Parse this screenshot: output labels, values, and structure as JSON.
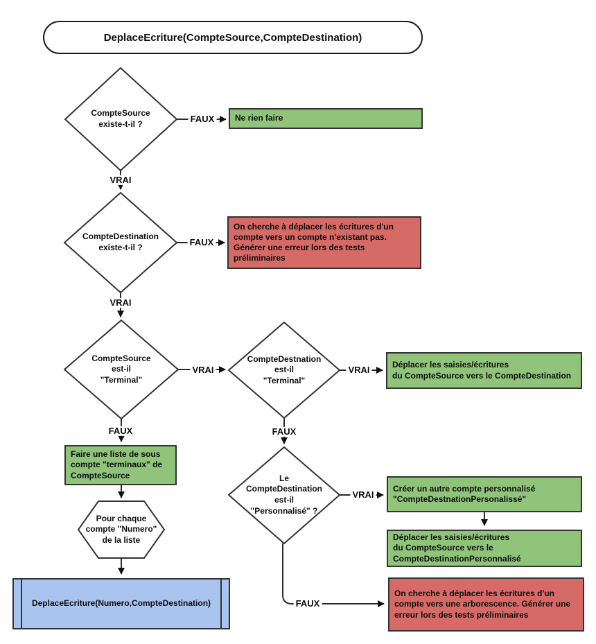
{
  "colors": {
    "green": "#8FC47A",
    "red": "#D66A66",
    "blue": "#A9C4EE",
    "line": "#2B2B2B",
    "border": "#333333"
  },
  "start": {
    "label": "DeplaceEcriture(CompteSource,CompteDestination)"
  },
  "decisions": {
    "source_existe": {
      "label": "CompteSource\nexiste-t-il ?"
    },
    "destination_existe": {
      "label": "CompteDestination\nexiste-t-il ?"
    },
    "source_terminal": {
      "label": "CompteSource\nest-il\n\"Terminal\""
    },
    "destination_terminal": {
      "label": "CompteDestnation\nest-il\n\"Terminal\""
    },
    "destination_personnalise": {
      "label": "Le\nCompteDestination\nest-il\n\"Personnalisé\" ?"
    }
  },
  "processes": {
    "ne_rien_faire": {
      "label": "Ne rien faire"
    },
    "erreur_compte_inexistant": {
      "label": "On cherche à déplacer les écritures d'un\ncompte vers un compte n'existant pas.\nGénérer une erreur lors des tests\npréliminaires"
    },
    "deplacer_vers_destination": {
      "label": "Déplacer les saisies/écritures\ndu CompteSource vers le CompteDestination"
    },
    "liste_sous_comptes": {
      "label": "Faire une liste de sous\ncompte \"terminaux\" de\nCompteSource"
    },
    "creer_compte_personnalise": {
      "label": "Créer un autre compte personnalisé\n\"CompteDestnationPersonalissé\""
    },
    "deplacer_vers_personnalise": {
      "label": "Déplacer les saisies/écritures\ndu CompteSource vers le\nCompteDestinationPersonnalisé"
    },
    "erreur_arborescence": {
      "label": "On cherche à déplacer les écritures d'un\ncompte vers une arborescence. Générer une\nerreur lors des tests préliminaires"
    }
  },
  "loop": {
    "label": "Pour chaque\ncompte \"Numero\"\nde la liste"
  },
  "subroutine": {
    "label": "DeplaceEcriture(Numero,CompteDestination)"
  },
  "edge_labels": {
    "d1_faux": "FAUX",
    "d1_vrai": "VRAI",
    "d2_faux": "FAUX",
    "d2_vrai": "VRAI",
    "d3_vrai": "VRAI",
    "d3_faux": "FAUX",
    "d4_vrai": "VRAI",
    "d4_faux": "FAUX",
    "d5_vrai": "VRAI",
    "d5_faux": "FAUX"
  }
}
